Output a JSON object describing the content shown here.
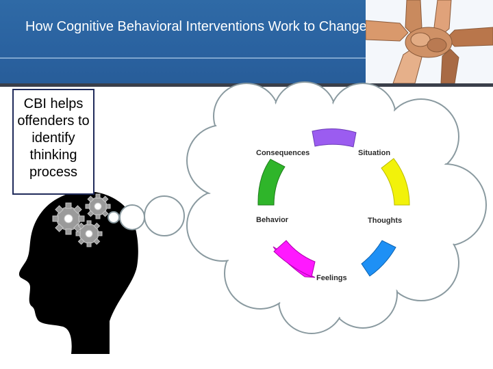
{
  "slide": {
    "title": "How Cognitive Behavioral Interventions Work to Change Behavior",
    "callout_text": "CBI helps offenders to identify thinking process"
  },
  "cycle": {
    "steps": [
      {
        "label": "Situation",
        "color": "#f2f20a"
      },
      {
        "label": "Thoughts",
        "color": "#1e90f5"
      },
      {
        "label": "Feelings",
        "color": "#ff19ff"
      },
      {
        "label": "Behavior",
        "color": "#2fb52a"
      },
      {
        "label": "Consequences",
        "color": "#9b5cf0"
      }
    ]
  },
  "icons": {
    "header_image": "joined-hands-image",
    "head": "head-silhouette-icon",
    "gears": "gears-icon",
    "thought_bubble": "thought-bubble"
  },
  "colors": {
    "header_blue": "#2f6aa6",
    "callout_border": "#1f2a5a"
  }
}
